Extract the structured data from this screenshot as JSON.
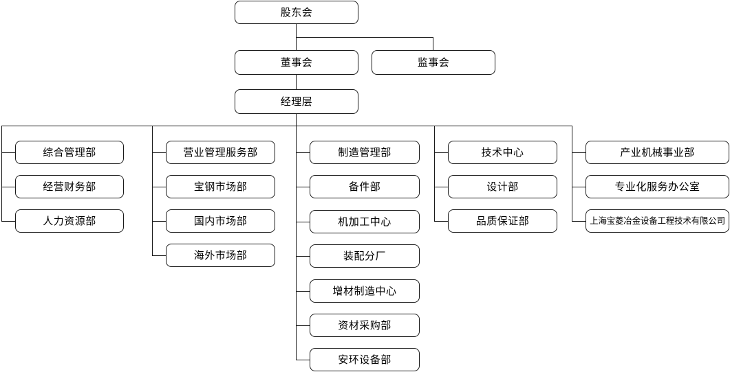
{
  "chart_title": "",
  "diagram": {
    "type": "organization-chart",
    "orientation": "top-down",
    "box_style": "rounded-rectangle",
    "line_color": "#1a1a1a",
    "box_fill": "#ffffff",
    "text_color": "#000000"
  },
  "levels": {
    "level1": [
      {
        "id": "shareholders",
        "label": "股东会"
      }
    ],
    "level2": [
      {
        "id": "board-of-directors",
        "label": "董事会"
      },
      {
        "id": "board-of-supervisors",
        "label": "监事会"
      }
    ],
    "level3": [
      {
        "id": "management",
        "label": "经理层"
      }
    ]
  },
  "columns": [
    {
      "id": "column-1",
      "items": [
        {
          "id": "general-management",
          "label": "综合管理部"
        },
        {
          "id": "operations-finance",
          "label": "经营财务部"
        },
        {
          "id": "human-resources",
          "label": "人力资源部"
        }
      ]
    },
    {
      "id": "column-2",
      "items": [
        {
          "id": "sales-management-service",
          "label": "营业管理服务部"
        },
        {
          "id": "baosteel-market",
          "label": "宝钢市场部"
        },
        {
          "id": "domestic-market",
          "label": "国内市场部"
        },
        {
          "id": "overseas-market",
          "label": "海外市场部"
        }
      ]
    },
    {
      "id": "column-3",
      "items": [
        {
          "id": "manufacturing-management",
          "label": "制造管理部"
        },
        {
          "id": "spare-parts",
          "label": "备件部"
        },
        {
          "id": "machining-center",
          "label": "机加工中心"
        },
        {
          "id": "assembly-plant",
          "label": "装配分厂"
        },
        {
          "id": "additive-manufacturing-center",
          "label": "增材制造中心"
        },
        {
          "id": "materials-procurement",
          "label": "资材采购部"
        },
        {
          "id": "safety-environment-equipment",
          "label": "安环设备部"
        }
      ]
    },
    {
      "id": "column-4",
      "items": [
        {
          "id": "technology-center",
          "label": "技术中心"
        },
        {
          "id": "design",
          "label": "设计部"
        },
        {
          "id": "quality-assurance",
          "label": "品质保证部"
        }
      ]
    },
    {
      "id": "column-5",
      "items": [
        {
          "id": "industrial-machinery-division",
          "label": "产业机械事业部"
        },
        {
          "id": "specialized-service-office",
          "label": "专业化服务办公室"
        },
        {
          "id": "shanghai-baoling-subsidiary",
          "label": "上海宝菱冶金设备工程技术有限公司"
        }
      ]
    }
  ]
}
